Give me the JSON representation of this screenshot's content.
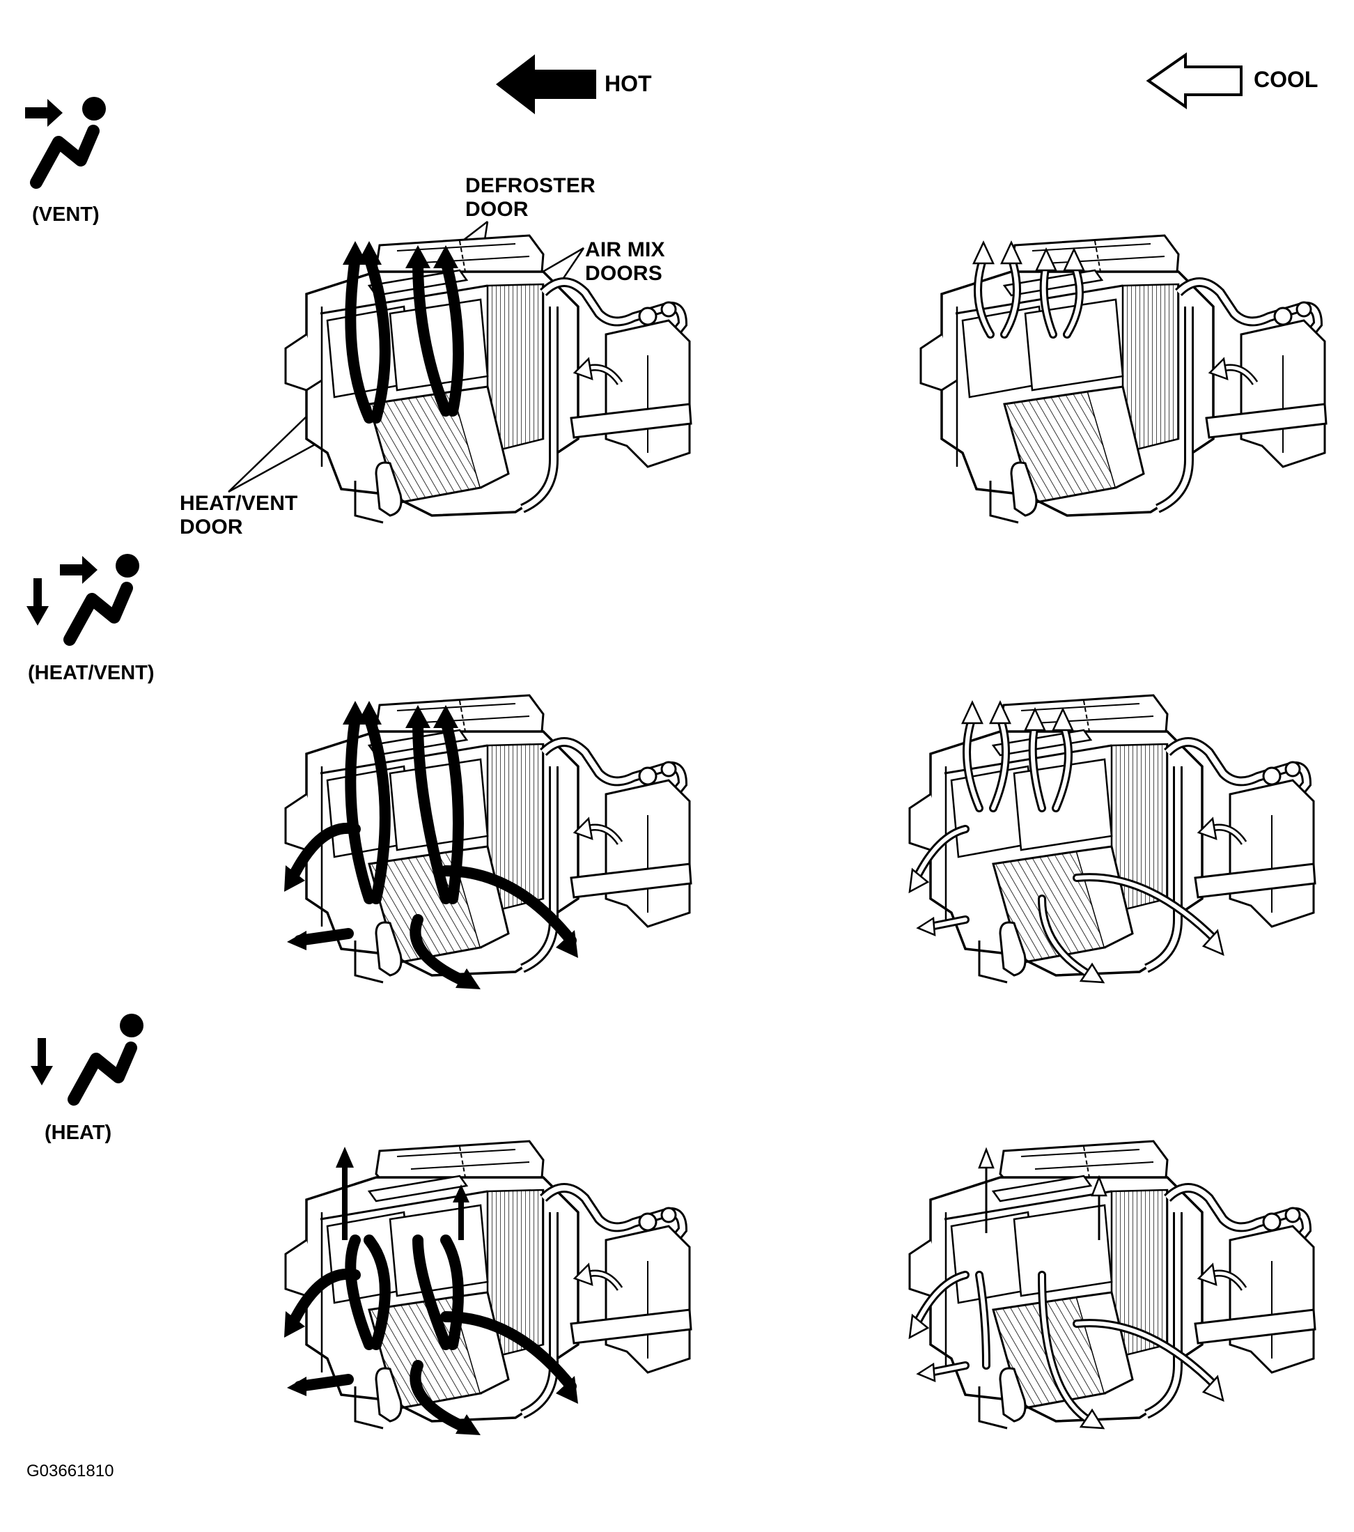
{
  "legend": {
    "hot": "HOT",
    "cool": "COOL"
  },
  "modes": [
    {
      "label": "(VENT)",
      "icon": "vent-mode-icon"
    },
    {
      "label": "(HEAT/VENT)",
      "icon": "heat-vent-mode-icon"
    },
    {
      "label": "(HEAT)",
      "icon": "heat-mode-icon"
    }
  ],
  "callouts": {
    "defroster_door": [
      "DEFROSTER",
      "DOOR"
    ],
    "air_mix_doors": [
      "AIR MIX",
      "DOORS"
    ],
    "heat_vent_door": [
      "HEAT/VENT",
      "DOOR"
    ]
  },
  "figure_id": "G03661810",
  "colors": {
    "hot_airflow": "#000000",
    "cool_airflow": "#ffffff",
    "line": "#000000",
    "background": "#ffffff"
  }
}
